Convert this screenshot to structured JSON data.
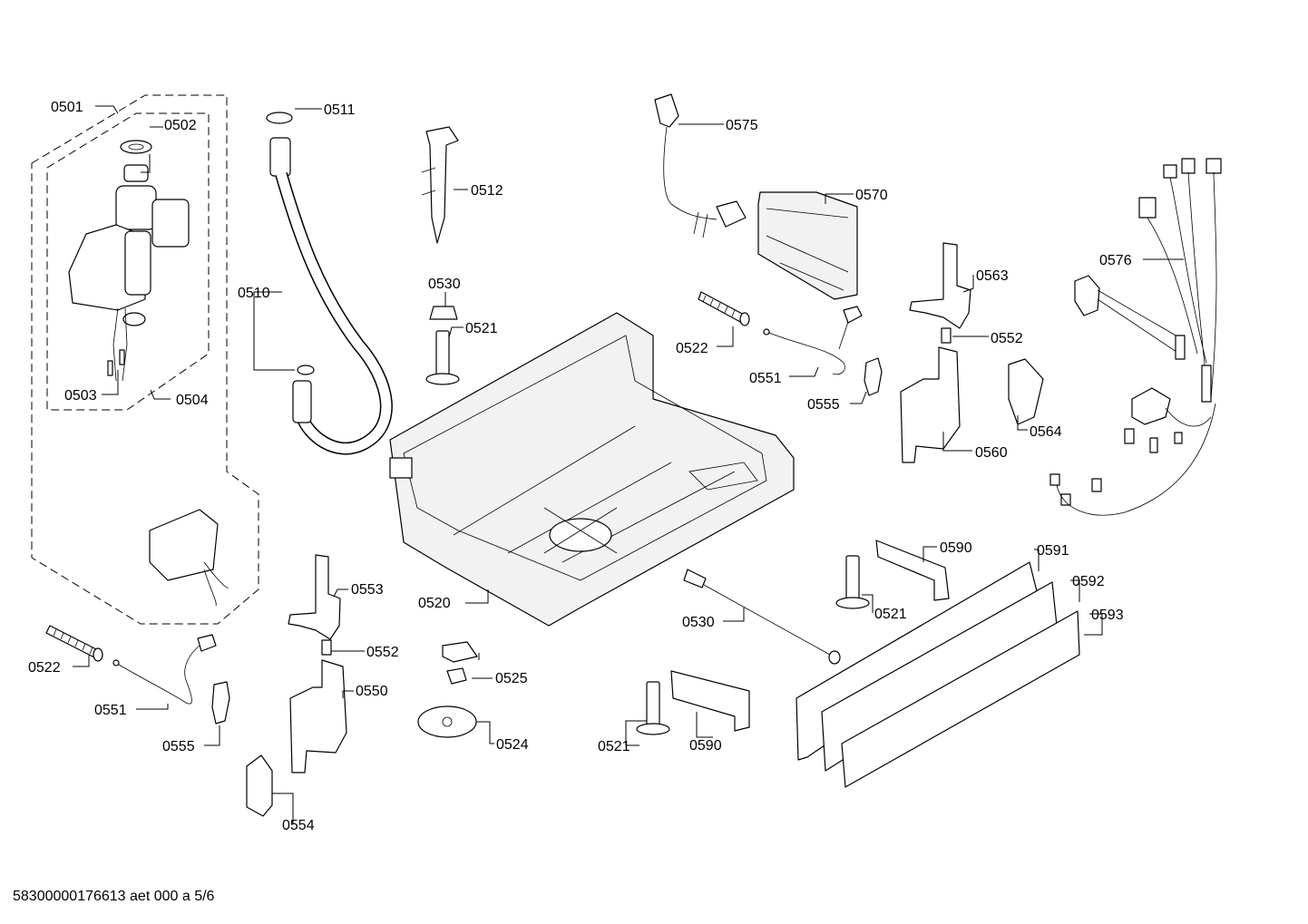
{
  "callouts": {
    "c0501": "0501",
    "c0502": "0502",
    "c0503": "0503",
    "c0504": "0504",
    "c0510": "0510",
    "c0511": "0511",
    "c0512": "0512",
    "c0520": "0520",
    "c0521a": "0521",
    "c0521b": "0521",
    "c0521c": "0521",
    "c0522a": "0522",
    "c0522b": "0522",
    "c0524": "0524",
    "c0525": "0525",
    "c0530a": "0530",
    "c0530b": "0530",
    "c0550": "0550",
    "c0551a": "0551",
    "c0551b": "0551",
    "c0552a": "0552",
    "c0552b": "0552",
    "c0553": "0553",
    "c0554": "0554",
    "c0555a": "0555",
    "c0555b": "0555",
    "c0560": "0560",
    "c0563": "0563",
    "c0564": "0564",
    "c0570": "0570",
    "c0575": "0575",
    "c0576": "0576",
    "c0590a": "0590",
    "c0590b": "0590",
    "c0591": "0591",
    "c0592": "0592",
    "c0593": "0593"
  },
  "footer": {
    "document_id": "58300000176613 aet 000 a 5/6"
  }
}
